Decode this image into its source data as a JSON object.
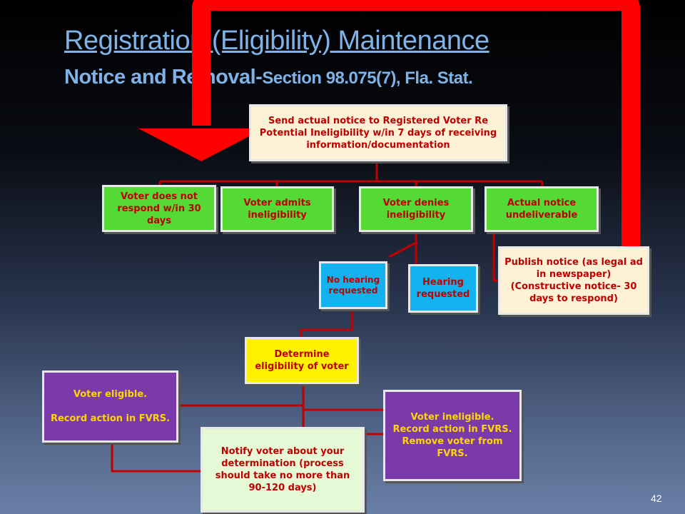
{
  "title": "Registration (Eligibility) Maintenance",
  "subtitle": {
    "main": "Notice and Removal-",
    "citation": "Section 98.075(7), Fla. Stat."
  },
  "boxes": {
    "send_notice": "Send actual notice to Registered Voter Re Potential Ineligibility w/in 7 days of receiving information/documentation",
    "no_response": "Voter does not respond w/in 30 days",
    "admits": "Voter admits ineligibility",
    "denies": "Voter denies ineligibility",
    "undeliverable": "Actual notice undeliverable",
    "publish": "Publish notice (as legal ad in newspaper) (Constructive notice- 30 days to respond)",
    "no_hearing": "No hearing requested",
    "hearing": "Hearing requested",
    "determine": "Determine eligibility of voter",
    "eligible": "Voter eligible.\n\nRecord  action in FVRS.",
    "ineligible": "Voter ineligible.\n Record action in FVRS.\nRemove voter from FVRS.",
    "notify": "Notify voter about your determination (process should take no more than 90-120 days)"
  },
  "page_number": "42",
  "colors": {
    "title": "#7fb2e6",
    "connector": "#c00000",
    "arrow": "#ff0000",
    "box_text": "#c00000",
    "purple_text": "#ffd600"
  }
}
